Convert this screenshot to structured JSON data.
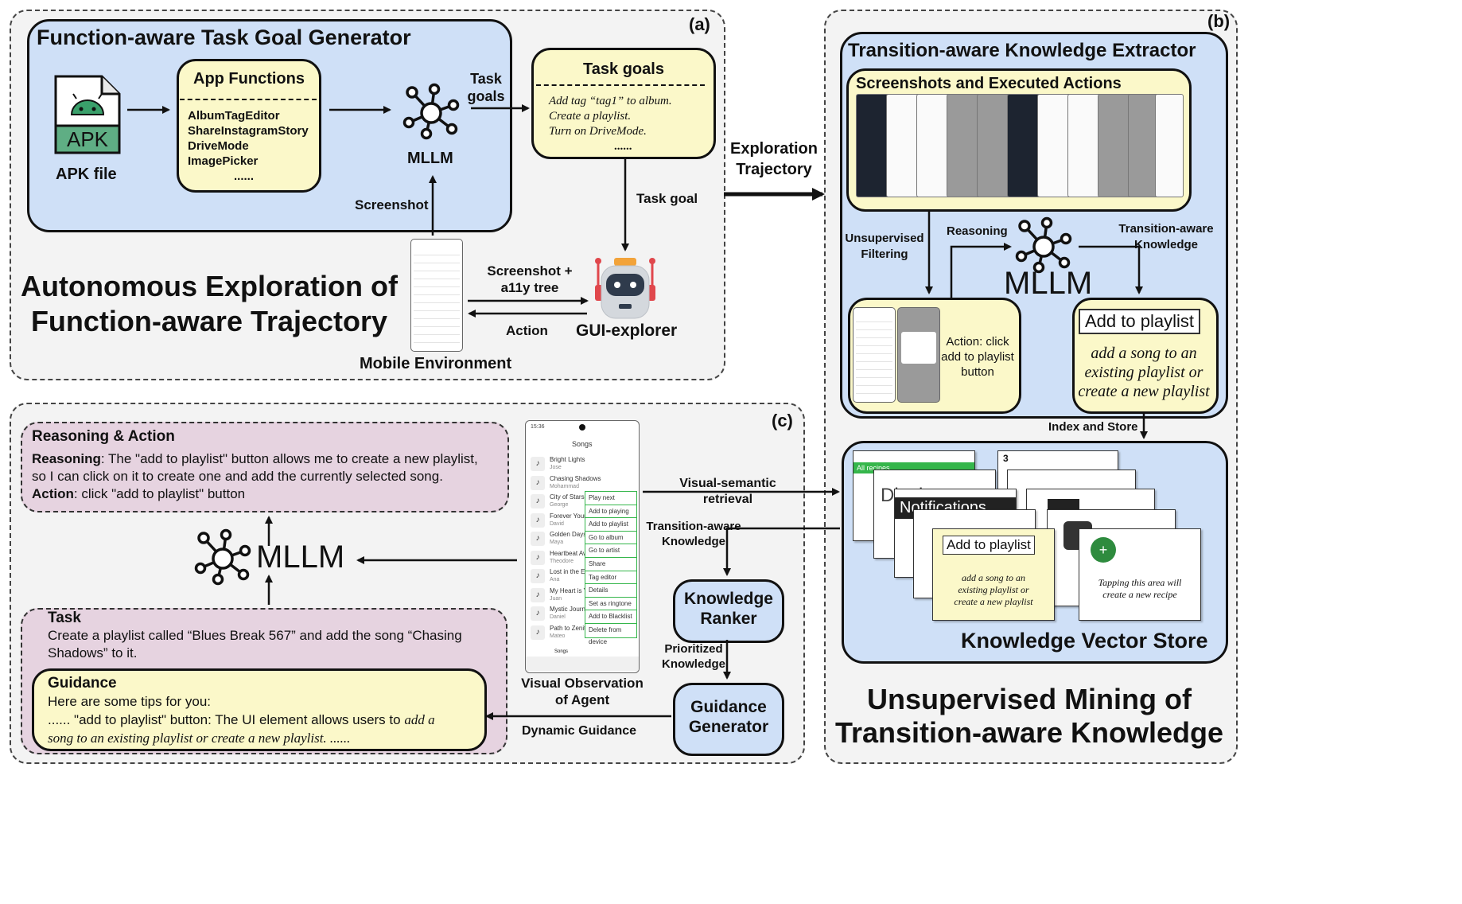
{
  "panel_a": {
    "tag": "(a)",
    "generator_title": "Function-aware Task Goal Generator",
    "apk_label": "APK",
    "apk_file": "APK file",
    "app_functions_title": "App Functions",
    "app_functions": [
      "AlbumTagEditor",
      "ShareInstagramStory",
      "DriveMode",
      "ImagePicker",
      "......"
    ],
    "mllm": "MLLM",
    "task_goals_arrow": [
      "Task",
      "goals"
    ],
    "task_goals_title": "Task goals",
    "task_goals": [
      "Add tag “tag1” to album.",
      "Create a playlist.",
      "Turn on DriveMode.",
      "......"
    ],
    "screenshot_label": "Screenshot",
    "task_goal_label": "Task goal",
    "screenshot_tree": [
      "Screenshot +",
      "a11y tree"
    ],
    "action_label": "Action",
    "explorer": "GUI-explorer",
    "mobile_env": "Mobile Environment",
    "big_title": [
      "Autonomous Exploration of",
      "Function-aware Trajectory"
    ]
  },
  "exploration_trajectory": [
    "Exploration",
    "Trajectory"
  ],
  "panel_b": {
    "tag": "(b)",
    "extractor_title": "Transition-aware Knowledge Extractor",
    "screenshots_title": "Screenshots and Executed Actions",
    "unsupervised_filtering": [
      "Unsupervised",
      "Filtering"
    ],
    "reasoning": "Reasoning",
    "mllm": "MLLM",
    "transition_knowledge": [
      "Transition-aware",
      "Knowledge"
    ],
    "action_text": [
      "Action: click",
      "add to playlist",
      "button"
    ],
    "knowledge_label": "Add to playlist",
    "knowledge_desc": [
      "add a song to an",
      "existing playlist or",
      "create a new playlist"
    ],
    "index_store": "Index and Store",
    "store_title": "Knowledge Vector Store",
    "store_cards": {
      "all_recipes": "All recipes",
      "display": "Displ",
      "notifications": "Notifications",
      "label": "Add to playlist",
      "desc": [
        "add a song to an",
        "existing playlist or",
        "create a new playlist"
      ],
      "recipe_desc": [
        "Tapping this area will",
        "create a new recipe"
      ],
      "plus": "+"
    },
    "big_title": [
      "Unsupervised Mining of",
      "Transition-aware Knowledge"
    ]
  },
  "panel_c": {
    "tag": "(c)",
    "ra_title": "Reasoning & Action",
    "reasoning_label": "Reasoning",
    "reasoning_text": ": The \"add to playlist\" button allows me to create a new playlist,",
    "reasoning_text2": "so I can click on it to create one and add the currently selected song.",
    "action_label": "Action",
    "action_text": ": click \"add to playlist\" button",
    "mllm": "MLLM",
    "task_title": "Task",
    "task_text": [
      "Create a playlist called “Blues Break 567” and add the song “Chasing",
      "Shadows” to it."
    ],
    "guidance_title": "Guidance",
    "guidance_line1": "Here are some tips for you:",
    "guidance_line2_plain": "...... \"add to playlist\" button: The UI element allows users to ",
    "guidance_line2_italic": "add a",
    "guidance_line3_italic": "song to an existing playlist or create a new playlist. ......",
    "visual_semantic": [
      "Visual-semantic",
      "retrieval"
    ],
    "transition_knowledge": [
      "Transition-aware",
      "Knowledge"
    ],
    "knowledge_ranker": [
      "Knowledge",
      "Ranker"
    ],
    "prioritized": [
      "Prioritized",
      "Knowledge"
    ],
    "guidance_generator": [
      "Guidance",
      "Generator"
    ],
    "dynamic_guidance": "Dynamic Guidance",
    "visual_observation": [
      "Visual Observation",
      "of Agent"
    ],
    "phone": {
      "time": "15:36",
      "title": "Songs",
      "songs": [
        {
          "t": "Bright Lights",
          "a": "Jose"
        },
        {
          "t": "Chasing Shadows",
          "a": "Mohammad"
        },
        {
          "t": "City of Stars",
          "a": "George"
        },
        {
          "t": "Forever Young",
          "a": "David"
        },
        {
          "t": "Golden Days",
          "a": "Maya"
        },
        {
          "t": "Heartbeat Away",
          "a": "Theodore"
        },
        {
          "t": "Lost in the Echo",
          "a": "Ana"
        },
        {
          "t": "My Heart is Yours",
          "a": "Juan"
        },
        {
          "t": "Mystic Journey",
          "a": "Daniel"
        },
        {
          "t": "Path to Zenith",
          "a": "Mateo"
        }
      ],
      "menu": [
        "Play next",
        "Add to playing queue",
        "Add to playlist",
        "Go to album",
        "Go to artist",
        "Share",
        "Tag editor",
        "Details",
        "Set as ringtone",
        "Add to Blacklist",
        "Delete from device"
      ],
      "nav_label": "Songs"
    }
  },
  "colors": {
    "blue_box": "#cfe0f7",
    "yellow_box": "#fbf8c9",
    "pink_box": "#e6d3e0",
    "panel_bg": "#f3f3f3",
    "green_highlight": "#35b64b",
    "robot_red": "#e0474c",
    "robot_orange": "#f2a33a"
  }
}
